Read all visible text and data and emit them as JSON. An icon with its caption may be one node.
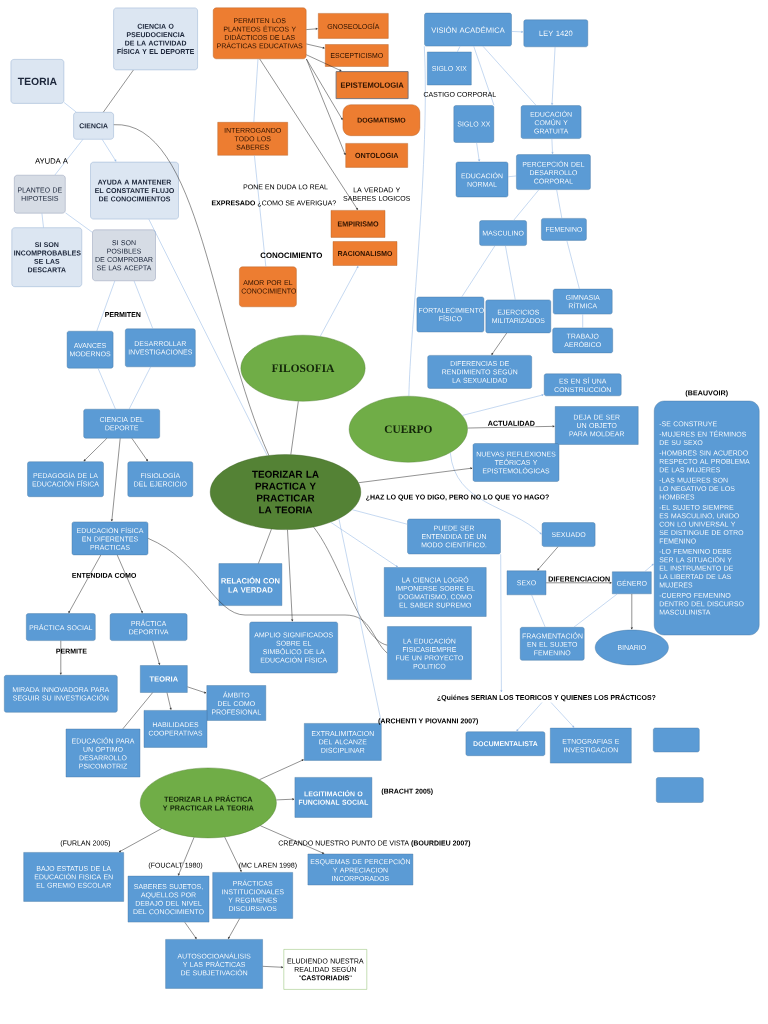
{
  "diagram": {
    "nodes": [
      {
        "text": [
          "CIENCIA O PSEUDOCIENCIA DE LA ACTIVIDAD FÍSICA Y EL DEPORTE"
        ]
      },
      {
        "text": [
          "TEORIA"
        ]
      },
      {
        "text": [
          "CIENCIA"
        ]
      },
      {
        "text": [
          "PLANTEO DE HIPOTESIS"
        ]
      },
      {
        "text": [
          "AYUDA A MANTENER EL CONSTANTE FLUJO DE CONOCIMIENTOS"
        ]
      },
      {
        "text": [
          "SI SON INCOMPROBABLES SE LAS DESCARTA"
        ]
      },
      {
        "text": [
          "SI SON POSIBLES DE COMPROBAR SE LAS ACEPTA"
        ]
      },
      {
        "text": [
          "AVANCES MODERNOS"
        ]
      },
      {
        "text": [
          "DESARROLLAR INVESTIGACIONES"
        ]
      },
      {
        "text": [
          "CIENCIA DEL DEPORTE"
        ]
      },
      {
        "text": [
          "PEDAGOGÍA DE LA EDUCACIÓN FÍSICA"
        ]
      },
      {
        "text": [
          "FISIOLOGÍA DEL EJERCICIO"
        ]
      },
      {
        "text": [
          "EDUCACIÓN FÍSICA EN DIFERENTES PRÁCTICAS"
        ]
      },
      {
        "text": [
          "PRÁCTICA SOCIAL"
        ]
      },
      {
        "text": [
          "PRÁCTICA DEPORTIVA"
        ]
      },
      {
        "text": [
          "MIRADA INNOVADORA PARA SEGUIR SU INVESTIGACIÓN"
        ]
      },
      {
        "text": [
          "TEORIA"
        ]
      },
      {
        "text": [
          "ÁMBITO DEL COMO PROFESIONAL"
        ]
      },
      {
        "text": [
          "HABILIDADES COOPERATIVAS"
        ]
      },
      {
        "text": [
          "EDUCACIÓN PARA UN ÓPTIMO DESARROLLO PSICOMOTRIZ"
        ]
      },
      {
        "text": [
          "PERMITEN LOS PLANTEOS ÉTICOS Y DIDÁCTICOS DE LAS PRÁCTICAS EDUCATIVAS"
        ]
      },
      {
        "text": [
          "GNOSEOLOGÍA"
        ]
      },
      {
        "text": [
          "ESCEPTICISMO"
        ]
      },
      {
        "text": [
          "EPISTEMOLOGIA"
        ]
      },
      {
        "text": [
          "DOGMATISMO"
        ]
      },
      {
        "text": [
          "INTERROGANDO TODO LOS SABERES"
        ]
      },
      {
        "text": [
          "ONTOLOGIA"
        ]
      },
      {
        "text": [
          "EMPIRISMO"
        ]
      },
      {
        "text": [
          "RACIONALISMO"
        ]
      },
      {
        "text": [
          "AMOR POR EL CONOCIMIENTO"
        ]
      },
      {
        "text": [
          "FILOSOFIA"
        ]
      },
      {
        "text": [
          "VISIÓN ACADÉMICA"
        ]
      },
      {
        "text": [
          "LEY 1420"
        ]
      },
      {
        "text": [
          "SIGLO XIX"
        ]
      },
      {
        "text": [
          "SIGLO XX"
        ]
      },
      {
        "text": [
          "EDUCACIÓN COMÚN Y GRATUITA"
        ]
      },
      {
        "text": [
          "EDUCACIÓN NORMAL"
        ]
      },
      {
        "text": [
          "PERCEPCIÓN DEL DESARROLLO CORPORAL"
        ]
      },
      {
        "text": [
          "MASCULINO"
        ]
      },
      {
        "text": [
          "FEMENINO"
        ]
      },
      {
        "text": [
          "FORTALECIMIENTO FÍSICO"
        ]
      },
      {
        "text": [
          "EJERCICIOS MILITARIZADOS"
        ]
      },
      {
        "text": [
          "GIMNASIA RÍTMICA"
        ]
      },
      {
        "text": [
          "TRABAJO AERÓBICO"
        ]
      },
      {
        "text": [
          "DIFERENCIAS DE RENDIMIENTO SEGÚN LA SEXUALIDAD"
        ]
      },
      {
        "text": [
          "ES EN SÍ UNA CONSTRUCCIÓN"
        ]
      },
      {
        "text": [
          "CUERPO"
        ]
      },
      {
        "text": [
          "DEJA DE SER UN OBJETO PARA MOLDEAR"
        ]
      },
      {
        "text": [
          "NUEVAS REFLEXIONES TEÓRICAS Y EPISTEMOLÓGICAS"
        ]
      },
      {
        "text": [
          "TEORIZAR LA PRACTICA Y PRACTICAR LA TEORIA"
        ]
      },
      {
        "text": [
          "PUEDE SER ENTENDIDA DE UN MODO CIENTÍFICO."
        ]
      },
      {
        "text": [
          "SEXUADO"
        ]
      },
      {
        "text": [
          "RELACIÓN CON LA VERDAD"
        ]
      },
      {
        "text": [
          "LA CIENCIA LOGRÓ IMPONERSE SOBRE EL DOGMATISMO, COMO EL SABER SUPREMO"
        ]
      },
      {
        "text": [
          "SEXO"
        ]
      },
      {
        "text": [
          "GÉNERO"
        ]
      },
      {
        "text": [
          "AMPLIO SIGNIFICADOS SOBRE EL SIMBÓLICO DE LA EDUCACIÓN FÍSICA"
        ]
      },
      {
        "text": [
          "LA EDUCACIÓN FISICASIEMPRE FUE UN PROYECTO POLITICO"
        ]
      },
      {
        "text": [
          "FRAGMENTACIÓN EN EL SUJETO FEMENINO"
        ]
      },
      {
        "text": [
          "BINARIO"
        ]
      },
      {
        "text": [
          "(BEAUVOIR)",
          "-SE CONSTRUYE",
          "-MUJERES EN TÉRMINOS DE SU SEXO",
          "-HOMBRES SIN ACUERDO RESPECTO AL PROBLEMA DE LAS MUJERES",
          "-LAS MUJERES SON LO NEGATIVO DE LOS HOMBRES",
          "-EL SUJETO SIEMPRE ES MASCULINO, UNIDO CON LO UNIVERSAL Y SE DISTINGUE DE OTRO FEMENINO",
          "-LO FEMENINO DEBE SER LA SITUACIÓN Y EL INSTRUMENTO DE LA LIBERTAD DE LAS MUJERES",
          "-CUERPO FEMENINO DENTRO DEL DISCURSO MASCULINISTA"
        ]
      },
      {
        "text": [
          "DOCUMENTALISTA"
        ]
      },
      {
        "text": [
          "ETNOGRAFIAS E INVESTIGACION"
        ]
      },
      {
        "text": [],
        "shape": "box"
      },
      {
        "text": [],
        "shape": "box"
      },
      {
        "text": [
          "EXTRALIMITACION DEL ALCANZE DISCIPLINAR"
        ]
      },
      {
        "text": [
          "TEORIZAR LA PRÁCTICA Y PRACTICAR LA TEORIA"
        ]
      },
      {
        "text": [
          "LEGITIMACIÓN O FUNCIONAL SOCIAL"
        ]
      },
      {
        "text": [
          "ESQUEMAS DE PERCEPCIÓN Y APRECIACION INCORPORADOS"
        ]
      },
      {
        "text": [
          "BAJO ESTATUS DE LA EDUCACIÓN FISICA EN EL GREMIO ESCOLAR"
        ]
      },
      {
        "text": [
          "SABERES SUJETOS, AQUELLOS POR DEBAJO DEL NIVEL DEL CONOCIMIENTO"
        ]
      },
      {
        "text": [
          "PRÁCTICAS INSTITUCIONALES Y REGIMENES DISCURSIVOS"
        ]
      },
      {
        "text": [
          "AUTOSOCIOANÁLISIS Y LAS PRÁCTICAS DE SUBJETIVACIÓN"
        ]
      },
      {
        "text": [
          "ELUDIENDO NUESTRA REALIDAD SEGÚN \"**CASTORIADIS**\""
        ]
      },
      {
        "text": [
          "¿Quiénes SERIAN LOS TEORICOS Y QUIENES LOS PRÁCTICOS?"
        ]
      }
    ],
    "edges": [
      {
        "from": 1,
        "to": 2,
        "arrow": "none",
        "color": "#8db3e2"
      },
      {
        "from": 0,
        "to": 2,
        "arrow": "none",
        "color": "#262626"
      },
      {
        "from": 2,
        "to": 3,
        "arrow": "none",
        "color": "#8db3e2"
      },
      {
        "from": 2,
        "to": 4,
        "arrow": "to",
        "color": "#8db3e2"
      },
      {
        "from": 3,
        "to": 5,
        "arrow": "none",
        "color": "#8db3e2"
      },
      {
        "from": 3,
        "to": 6,
        "arrow": "none",
        "color": "#8db3e2"
      },
      {
        "from": 6,
        "to": 7,
        "arrow": "none",
        "color": "#8db3e2"
      },
      {
        "from": 6,
        "to": 8,
        "arrow": "none",
        "color": "#8db3e2"
      },
      {
        "from": 7,
        "to": 9,
        "arrow": "none",
        "color": "#8db3e2"
      },
      {
        "from": 8,
        "to": 9,
        "arrow": "none",
        "color": "#8db3e2"
      },
      {
        "from": 9,
        "to": 10,
        "arrow": "to",
        "color": "#262626"
      },
      {
        "from": 9,
        "to": 11,
        "arrow": "to",
        "color": "#262626"
      },
      {
        "from": 9,
        "to": 12,
        "arrow": "to",
        "color": "#262626"
      },
      {
        "from": 12,
        "to": 13,
        "arrow": "to",
        "color": "#262626"
      },
      {
        "from": 12,
        "to": 14,
        "arrow": "to",
        "color": "#262626"
      },
      {
        "from": 13,
        "to": 15,
        "arrow": "to",
        "color": "#262626"
      },
      {
        "from": 14,
        "to": 16,
        "arrow": "to",
        "color": "#262626"
      },
      {
        "from": 16,
        "to": 17,
        "arrow": "to",
        "color": "#262626"
      },
      {
        "from": 16,
        "to": 18,
        "arrow": "to",
        "color": "#262626"
      },
      {
        "from": 16,
        "to": 19,
        "arrow": "none",
        "color": "#262626"
      },
      {
        "from": 12,
        "to": 57,
        "arrow": "none",
        "color": "#262626"
      },
      {
        "from": 2,
        "to": 49,
        "arrow": "none",
        "color": "#262626"
      },
      {
        "from": 4,
        "to": 49,
        "arrow": "none",
        "color": "#8db3e2"
      },
      {
        "from": 20,
        "to": 21,
        "arrow": "to",
        "color": "#262626"
      },
      {
        "from": 20,
        "to": 22,
        "arrow": "to",
        "color": "#262626"
      },
      {
        "from": 20,
        "to": 23,
        "arrow": "to",
        "color": "#262626"
      },
      {
        "from": 20,
        "to": 24,
        "arrow": "to",
        "color": "#262626"
      },
      {
        "from": 20,
        "to": 26,
        "arrow": "to",
        "color": "#262626"
      },
      {
        "from": 20,
        "to": 27,
        "arrow": "to",
        "color": "#262626"
      },
      {
        "from": 20,
        "to": 25,
        "arrow": "none",
        "color": "#8db3e2"
      },
      {
        "from": 25,
        "to": 29,
        "arrow": "none",
        "color": "#8db3e2"
      },
      {
        "from": 30,
        "to": 28,
        "arrow": "to",
        "color": "#8db3e2"
      },
      {
        "from": 30,
        "to": 49,
        "arrow": "none",
        "color": "#262626"
      },
      {
        "from": 31,
        "to": 32,
        "arrow": "to",
        "color": "#8db3e2"
      },
      {
        "from": 32,
        "to": 35,
        "arrow": "to",
        "color": "#8db3e2"
      },
      {
        "from": 31,
        "to": 33,
        "arrow": "none",
        "color": "#8db3e2"
      },
      {
        "from": 31,
        "to": 34,
        "arrow": "none",
        "color": "#8db3e2"
      },
      {
        "from": 31,
        "to": 35,
        "arrow": "none",
        "color": "#8db3e2"
      },
      {
        "from": 34,
        "to": 36,
        "arrow": "to",
        "color": "#8db3e2"
      },
      {
        "from": 35,
        "to": 37,
        "arrow": "to",
        "color": "#8db3e2"
      },
      {
        "from": 36,
        "to": 37,
        "arrow": "none",
        "color": "#8db3e2"
      },
      {
        "from": 37,
        "to": 38,
        "arrow": "none",
        "color": "#8db3e2"
      },
      {
        "from": 37,
        "to": 39,
        "arrow": "none",
        "color": "#8db3e2"
      },
      {
        "from": 38,
        "to": 40,
        "arrow": "none",
        "color": "#8db3e2"
      },
      {
        "from": 38,
        "to": 41,
        "arrow": "none",
        "color": "#8db3e2"
      },
      {
        "from": 39,
        "to": 42,
        "arrow": "none",
        "color": "#8db3e2"
      },
      {
        "from": 42,
        "to": 43,
        "arrow": "none",
        "color": "#8db3e2"
      },
      {
        "from": 41,
        "to": 44,
        "arrow": "to",
        "color": "#262626"
      },
      {
        "from": 31,
        "to": 46,
        "arrow": "none",
        "color": "#8db3e2"
      },
      {
        "from": 46,
        "to": 45,
        "arrow": "to",
        "color": "#8db3e2"
      },
      {
        "from": 46,
        "to": 47,
        "arrow": "to",
        "label": "ACTUALIDAD",
        "color": "#262626"
      },
      {
        "from": 46,
        "to": 51,
        "arrow": "to",
        "color": "#8db3e2"
      },
      {
        "from": 49,
        "to": 48,
        "arrow": "to",
        "color": "#262626"
      },
      {
        "from": 51,
        "to": 54,
        "arrow": "to",
        "color": "#262626"
      },
      {
        "from": 54,
        "to": 55,
        "arrow": "to",
        "label": "DIFERENCIACION",
        "color": "#262626"
      },
      {
        "from": 55,
        "to": 59,
        "arrow": "to",
        "color": "#262626"
      },
      {
        "from": 55,
        "to": 60,
        "arrow": "to",
        "color": "#8db3e2"
      },
      {
        "from": 54,
        "to": 58,
        "arrow": "none",
        "color": "#8db3e2"
      },
      {
        "from": 55,
        "to": 58,
        "arrow": "none",
        "color": "#8db3e2"
      },
      {
        "from": 49,
        "to": 52,
        "arrow": "none",
        "color": "#262626"
      },
      {
        "from": 49,
        "to": 56,
        "arrow": "to",
        "color": "#262626"
      },
      {
        "from": 49,
        "to": 50,
        "arrow": "none",
        "color": "#8db3e2"
      },
      {
        "from": 49,
        "to": 53,
        "arrow": "to",
        "color": "#8db3e2"
      },
      {
        "from": 49,
        "to": 57,
        "arrow": "none",
        "color": "#262626"
      },
      {
        "from": 49,
        "to": 65,
        "arrow": "to",
        "color": "#8db3e2"
      },
      {
        "from": 50,
        "to": 74,
        "arrow": "to",
        "color": "#8db3e2"
      },
      {
        "from": 74,
        "to": 61,
        "arrow": "to",
        "color": "#8db3e2"
      },
      {
        "from": 74,
        "to": 62,
        "arrow": "to",
        "color": "#8db3e2"
      },
      {
        "from": 66,
        "to": 65,
        "arrow": "to",
        "color": "#262626"
      },
      {
        "from": 66,
        "to": 67,
        "arrow": "to",
        "color": "#262626"
      },
      {
        "from": 66,
        "to": 68,
        "arrow": "to",
        "color": "#262626"
      },
      {
        "from": 66,
        "to": 69,
        "arrow": "to",
        "color": "#262626"
      },
      {
        "from": 66,
        "to": 70,
        "arrow": "to",
        "color": "#262626"
      },
      {
        "from": 66,
        "to": 71,
        "arrow": "to",
        "color": "#262626"
      },
      {
        "from": 70,
        "to": 72,
        "arrow": "to",
        "color": "#262626"
      },
      {
        "from": 71,
        "to": 72,
        "arrow": "to",
        "color": "#262626"
      },
      {
        "from": 72,
        "to": 73,
        "arrow": "to",
        "color": "#262626"
      }
    ],
    "labels": [
      "AYUDA A",
      "PERMITEN",
      "PONE EN DUDA LO REAL",
      "**EXPRESADO** ¿COMO SE AVERIGUA?",
      "LA VERDAD Y SABERES LOGICOS",
      "CONOCIMIENTO",
      "CASTIGO CORPORAL",
      "ENTENDIDA COMO",
      "PERMITE",
      "¿HAZ LO QUE YO DIGO, PERO NO LO QUE YO HAGO?",
      "(ARCHENTI Y PIOVANNI 2007)",
      "(BRACHT 2005)",
      "CREANDO NUESTRO PUNTO DE VISTA **(BOURDIEU 2007)**",
      "(FURLAN 2005)",
      "(FOUCALT 1980)",
      "(MC LAREN 1998)"
    ]
  }
}
